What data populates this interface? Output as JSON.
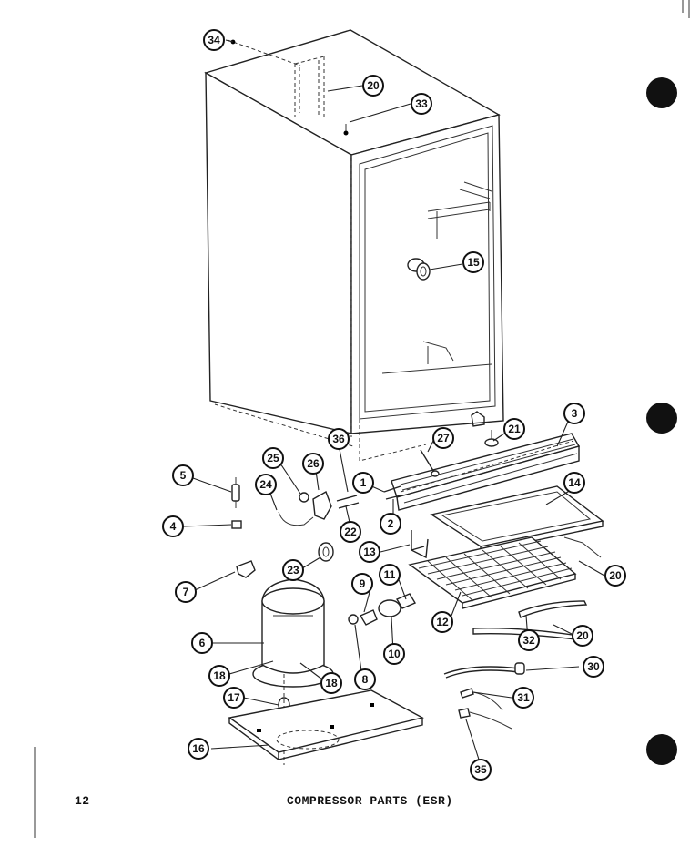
{
  "page": {
    "number": "12",
    "caption": "COMPRESSOR PARTS (ESR)"
  },
  "callouts": [
    {
      "id": "c1",
      "label": "1"
    },
    {
      "id": "c2",
      "label": "2"
    },
    {
      "id": "c3",
      "label": "3"
    },
    {
      "id": "c4",
      "label": "4"
    },
    {
      "id": "c5",
      "label": "5"
    },
    {
      "id": "c6",
      "label": "6"
    },
    {
      "id": "c7",
      "label": "7"
    },
    {
      "id": "c8",
      "label": "8"
    },
    {
      "id": "c9",
      "label": "9"
    },
    {
      "id": "c10",
      "label": "10"
    },
    {
      "id": "c11",
      "label": "11"
    },
    {
      "id": "c12",
      "label": "12"
    },
    {
      "id": "c13",
      "label": "13"
    },
    {
      "id": "c14",
      "label": "14"
    },
    {
      "id": "c15",
      "label": "15"
    },
    {
      "id": "c16",
      "label": "16"
    },
    {
      "id": "c17",
      "label": "17"
    },
    {
      "id": "c18a",
      "label": "18"
    },
    {
      "id": "c18b",
      "label": "18"
    },
    {
      "id": "c20a",
      "label": "20"
    },
    {
      "id": "c20b",
      "label": "20"
    },
    {
      "id": "c20c",
      "label": "20"
    },
    {
      "id": "c21",
      "label": "21"
    },
    {
      "id": "c22",
      "label": "22"
    },
    {
      "id": "c23",
      "label": "23"
    },
    {
      "id": "c24",
      "label": "24"
    },
    {
      "id": "c25",
      "label": "25"
    },
    {
      "id": "c26",
      "label": "26"
    },
    {
      "id": "c27",
      "label": "27"
    },
    {
      "id": "c30",
      "label": "30"
    },
    {
      "id": "c31",
      "label": "31"
    },
    {
      "id": "c32",
      "label": "32"
    },
    {
      "id": "c33",
      "label": "33"
    },
    {
      "id": "c34",
      "label": "34"
    },
    {
      "id": "c35",
      "label": "35"
    },
    {
      "id": "c36",
      "label": "36"
    }
  ]
}
